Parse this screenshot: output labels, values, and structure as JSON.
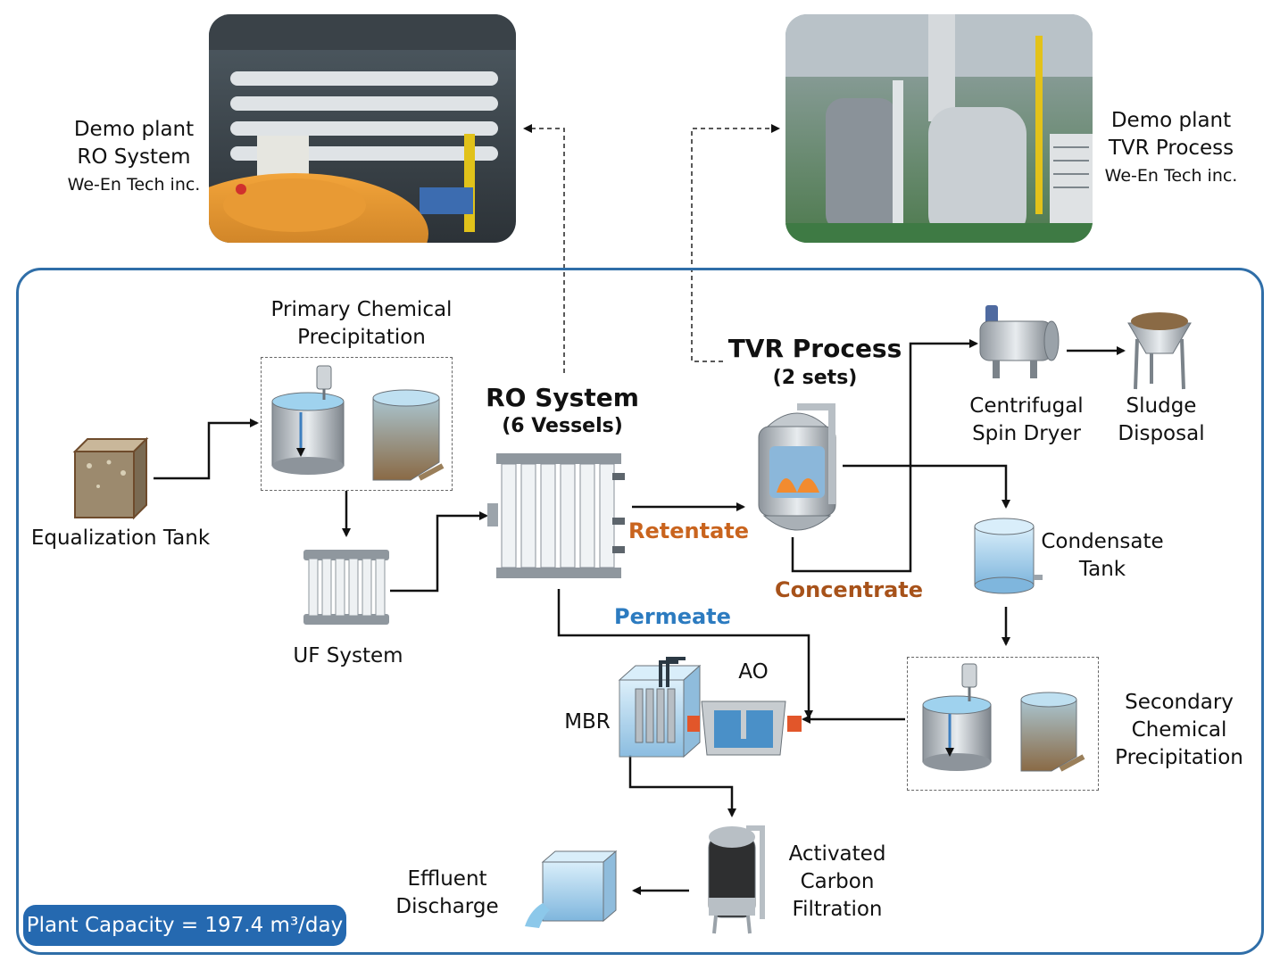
{
  "photos": {
    "ro_caption": [
      "Demo plant",
      "RO System",
      "We-En Tech inc."
    ],
    "tvr_caption": [
      "Demo plant",
      "TVR Process",
      "We-En Tech inc."
    ]
  },
  "nodes": {
    "equalization": "Equalization Tank",
    "primary_precip": [
      "Primary Chemical",
      "Precipitation"
    ],
    "uf": "UF System",
    "ro_title": "RO System",
    "ro_sub": "(6 Vessels)",
    "tvr_title": "TVR Process",
    "tvr_sub": "(2 sets)",
    "centrifugal": [
      "Centrifugal",
      "Spin Dryer"
    ],
    "sludge": [
      "Sludge",
      "Disposal"
    ],
    "condensate": [
      "Condensate",
      "Tank"
    ],
    "secondary_precip": [
      "Secondary",
      "Chemical",
      "Precipitation"
    ],
    "ao": "AO",
    "mbr": "MBR",
    "carbon": [
      "Activated",
      "Carbon",
      "Filtration"
    ],
    "effluent": [
      "Effluent",
      "Discharge"
    ]
  },
  "flows": {
    "retentate": "Retentate",
    "concentrate": "Concentrate",
    "permeate": "Permeate"
  },
  "capacity": "Plant Capacity = 197.4 m³/day",
  "colors": {
    "frame": "#2f6ea8",
    "retentate": "#c9641e",
    "concentrate": "#a7521a",
    "permeate": "#2c7bc0",
    "capacity_bg": "#2569b0"
  }
}
